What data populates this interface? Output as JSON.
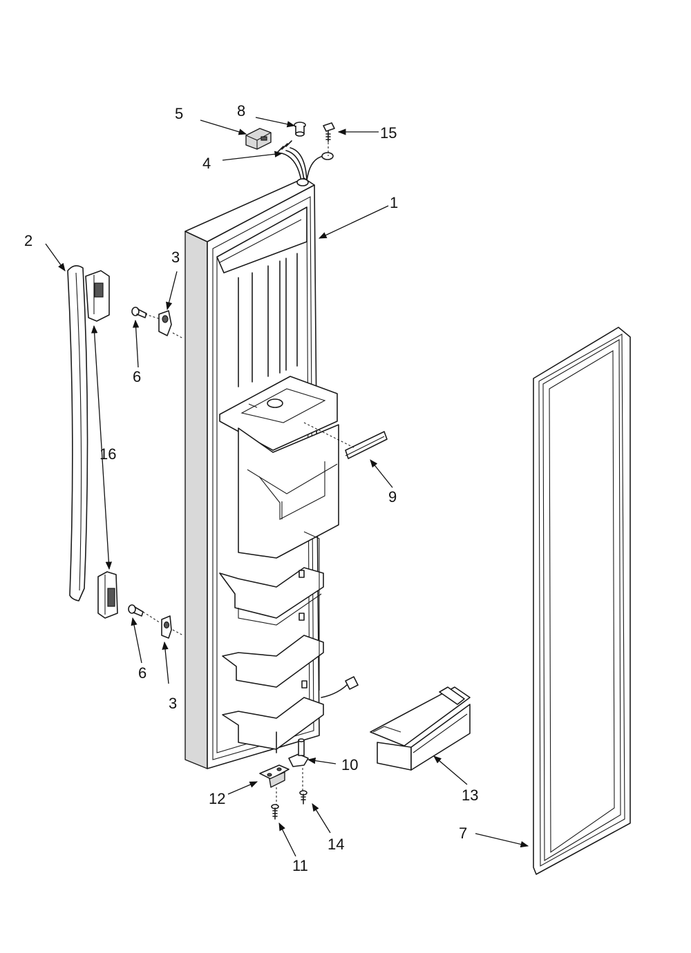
{
  "diagram": {
    "callouts": [
      "1",
      "2",
      "3",
      "4",
      "5",
      "6",
      "7",
      "8",
      "9",
      "10",
      "11",
      "12",
      "13",
      "14",
      "15",
      "16"
    ]
  }
}
